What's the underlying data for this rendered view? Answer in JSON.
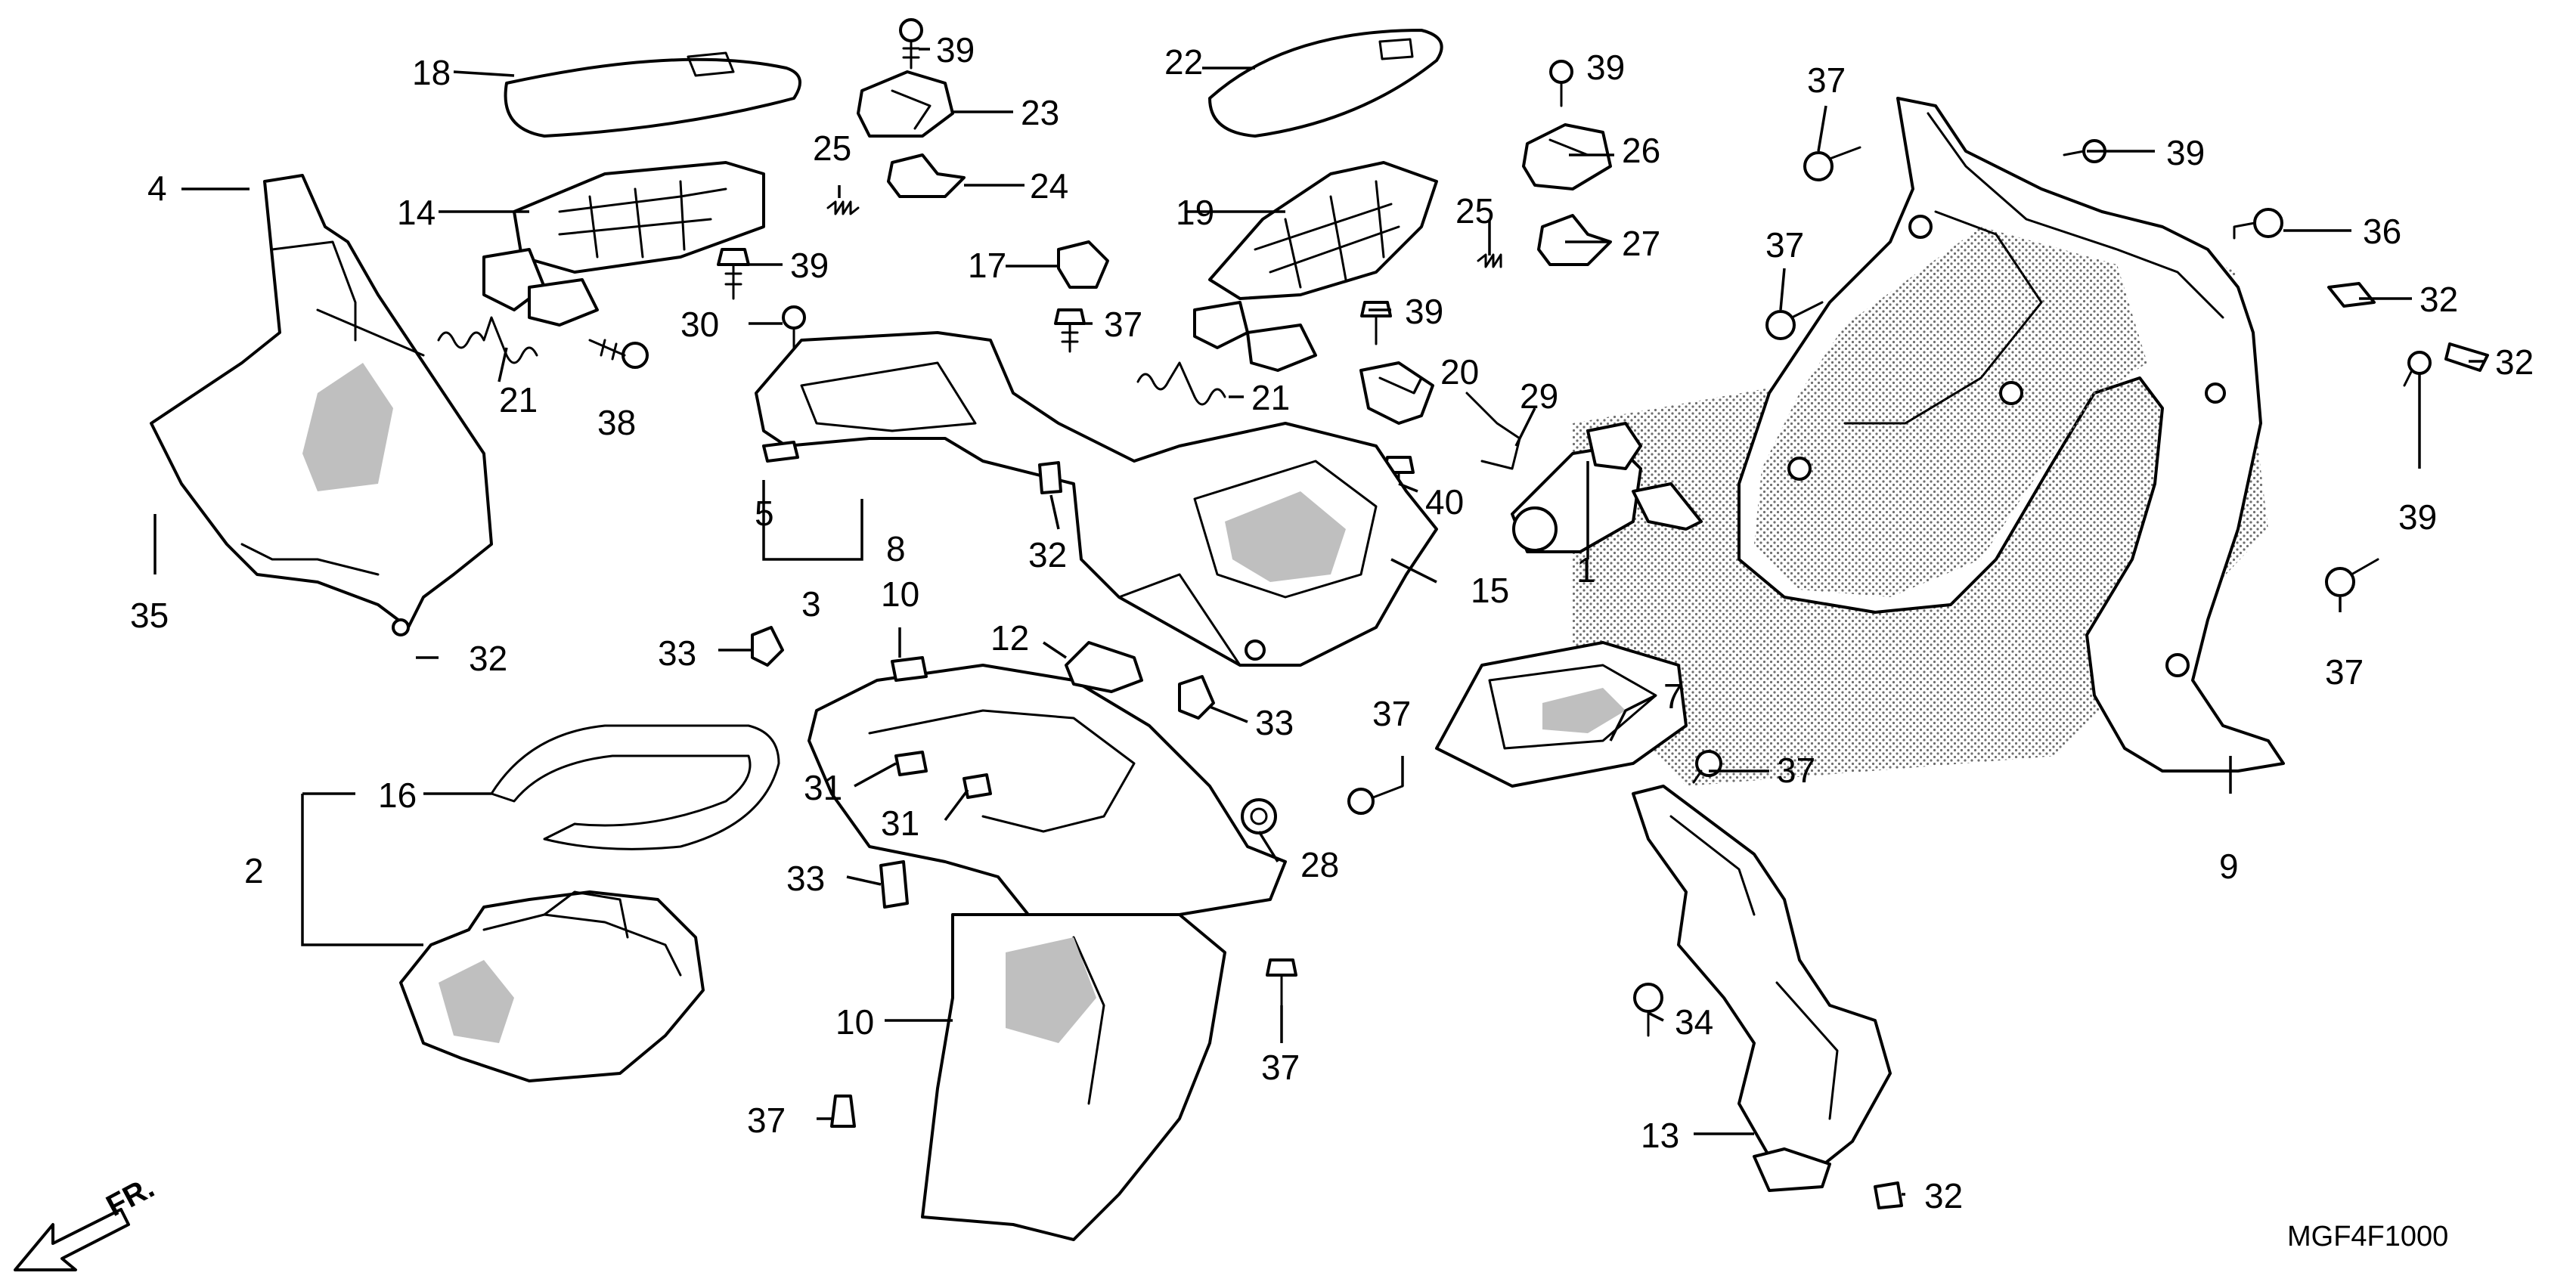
{
  "diagram": {
    "code": "MGF4F1000",
    "direction_label": "FR.",
    "callouts": [
      {
        "id": "c4",
        "text": "4"
      },
      {
        "id": "c18",
        "text": "18"
      },
      {
        "id": "c14",
        "text": "14"
      },
      {
        "id": "c21a",
        "text": "21"
      },
      {
        "id": "c35",
        "text": "35"
      },
      {
        "id": "c32a",
        "text": "32"
      },
      {
        "id": "c39a",
        "text": "39"
      },
      {
        "id": "c23",
        "text": "23"
      },
      {
        "id": "c25a",
        "text": "25"
      },
      {
        "id": "c24",
        "text": "24"
      },
      {
        "id": "c39b",
        "text": "39"
      },
      {
        "id": "c30",
        "text": "30"
      },
      {
        "id": "c38",
        "text": "38"
      },
      {
        "id": "c22",
        "text": "22"
      },
      {
        "id": "c19",
        "text": "19"
      },
      {
        "id": "c17",
        "text": "17"
      },
      {
        "id": "c37a",
        "text": "37"
      },
      {
        "id": "c39c",
        "text": "39"
      },
      {
        "id": "c21b",
        "text": "21"
      },
      {
        "id": "c5",
        "text": "5"
      },
      {
        "id": "c8",
        "text": "8"
      },
      {
        "id": "c3",
        "text": "3"
      },
      {
        "id": "c32b",
        "text": "32"
      },
      {
        "id": "c39d",
        "text": "39"
      },
      {
        "id": "c26",
        "text": "26"
      },
      {
        "id": "c25b",
        "text": "25"
      },
      {
        "id": "c27",
        "text": "27"
      },
      {
        "id": "c20",
        "text": "20"
      },
      {
        "id": "c29",
        "text": "29"
      },
      {
        "id": "c40",
        "text": "40"
      },
      {
        "id": "c1",
        "text": "1"
      },
      {
        "id": "c15",
        "text": "15"
      },
      {
        "id": "c37b",
        "text": "37"
      },
      {
        "id": "c39e",
        "text": "39"
      },
      {
        "id": "c37c",
        "text": "37"
      },
      {
        "id": "c36",
        "text": "36"
      },
      {
        "id": "c32c",
        "text": "32"
      },
      {
        "id": "c32d",
        "text": "32"
      },
      {
        "id": "c39f",
        "text": "39"
      },
      {
        "id": "c37d",
        "text": "37"
      },
      {
        "id": "c9",
        "text": "9"
      },
      {
        "id": "c10a",
        "text": "10"
      },
      {
        "id": "c33a",
        "text": "33"
      },
      {
        "id": "c12",
        "text": "12"
      },
      {
        "id": "c33b",
        "text": "33"
      },
      {
        "id": "c7",
        "text": "7"
      },
      {
        "id": "c37e",
        "text": "37"
      },
      {
        "id": "c37f",
        "text": "37"
      },
      {
        "id": "c16",
        "text": "16"
      },
      {
        "id": "c2",
        "text": "2"
      },
      {
        "id": "c31a",
        "text": "31"
      },
      {
        "id": "c31b",
        "text": "31"
      },
      {
        "id": "c28",
        "text": "28"
      },
      {
        "id": "c33c",
        "text": "33"
      },
      {
        "id": "c10b",
        "text": "10"
      },
      {
        "id": "c37g",
        "text": "37"
      },
      {
        "id": "c34",
        "text": "34"
      },
      {
        "id": "c37h",
        "text": "37"
      },
      {
        "id": "c13",
        "text": "13"
      },
      {
        "id": "c32e",
        "text": "32"
      }
    ]
  }
}
